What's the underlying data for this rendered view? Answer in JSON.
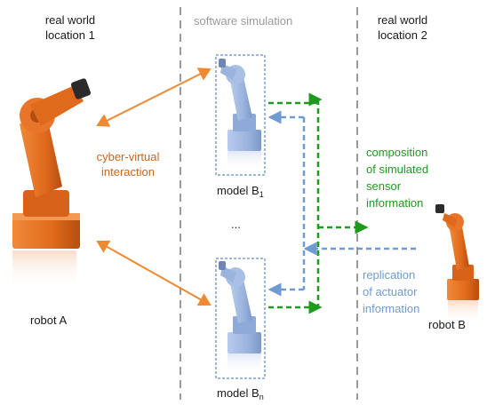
{
  "sections": {
    "left_title_line1": "real world",
    "left_title_line2": "location 1",
    "middle_title": "software simulation",
    "right_title_line1": "real world",
    "right_title_line2": "location 2"
  },
  "labels": {
    "cyber_virtual_line1": "cyber-virtual",
    "cyber_virtual_line2": "interaction",
    "model_b1_text": "model B",
    "model_b1_sub": "1",
    "ellipsis": "...",
    "model_bn_text": "model B",
    "model_bn_sub": "n",
    "composition_line1": "composition",
    "composition_line2": "of simulated",
    "composition_line3": "sensor",
    "composition_line4": "information",
    "replication_line1": "replication",
    "replication_line2": "of actuator",
    "replication_line3": "information",
    "robot_a": "robot A",
    "robot_b": "robot B"
  },
  "colors": {
    "orange_arrow": "#ee8a33",
    "orange_text": "#c8651c",
    "green": "#1e9a1e",
    "blue": "#6f9bd0",
    "gray_divider": "#9a9a9a",
    "middle_title": "#9a9a9a",
    "robot_orange": "#e06a1c",
    "model_blue": "#9bb4de"
  }
}
